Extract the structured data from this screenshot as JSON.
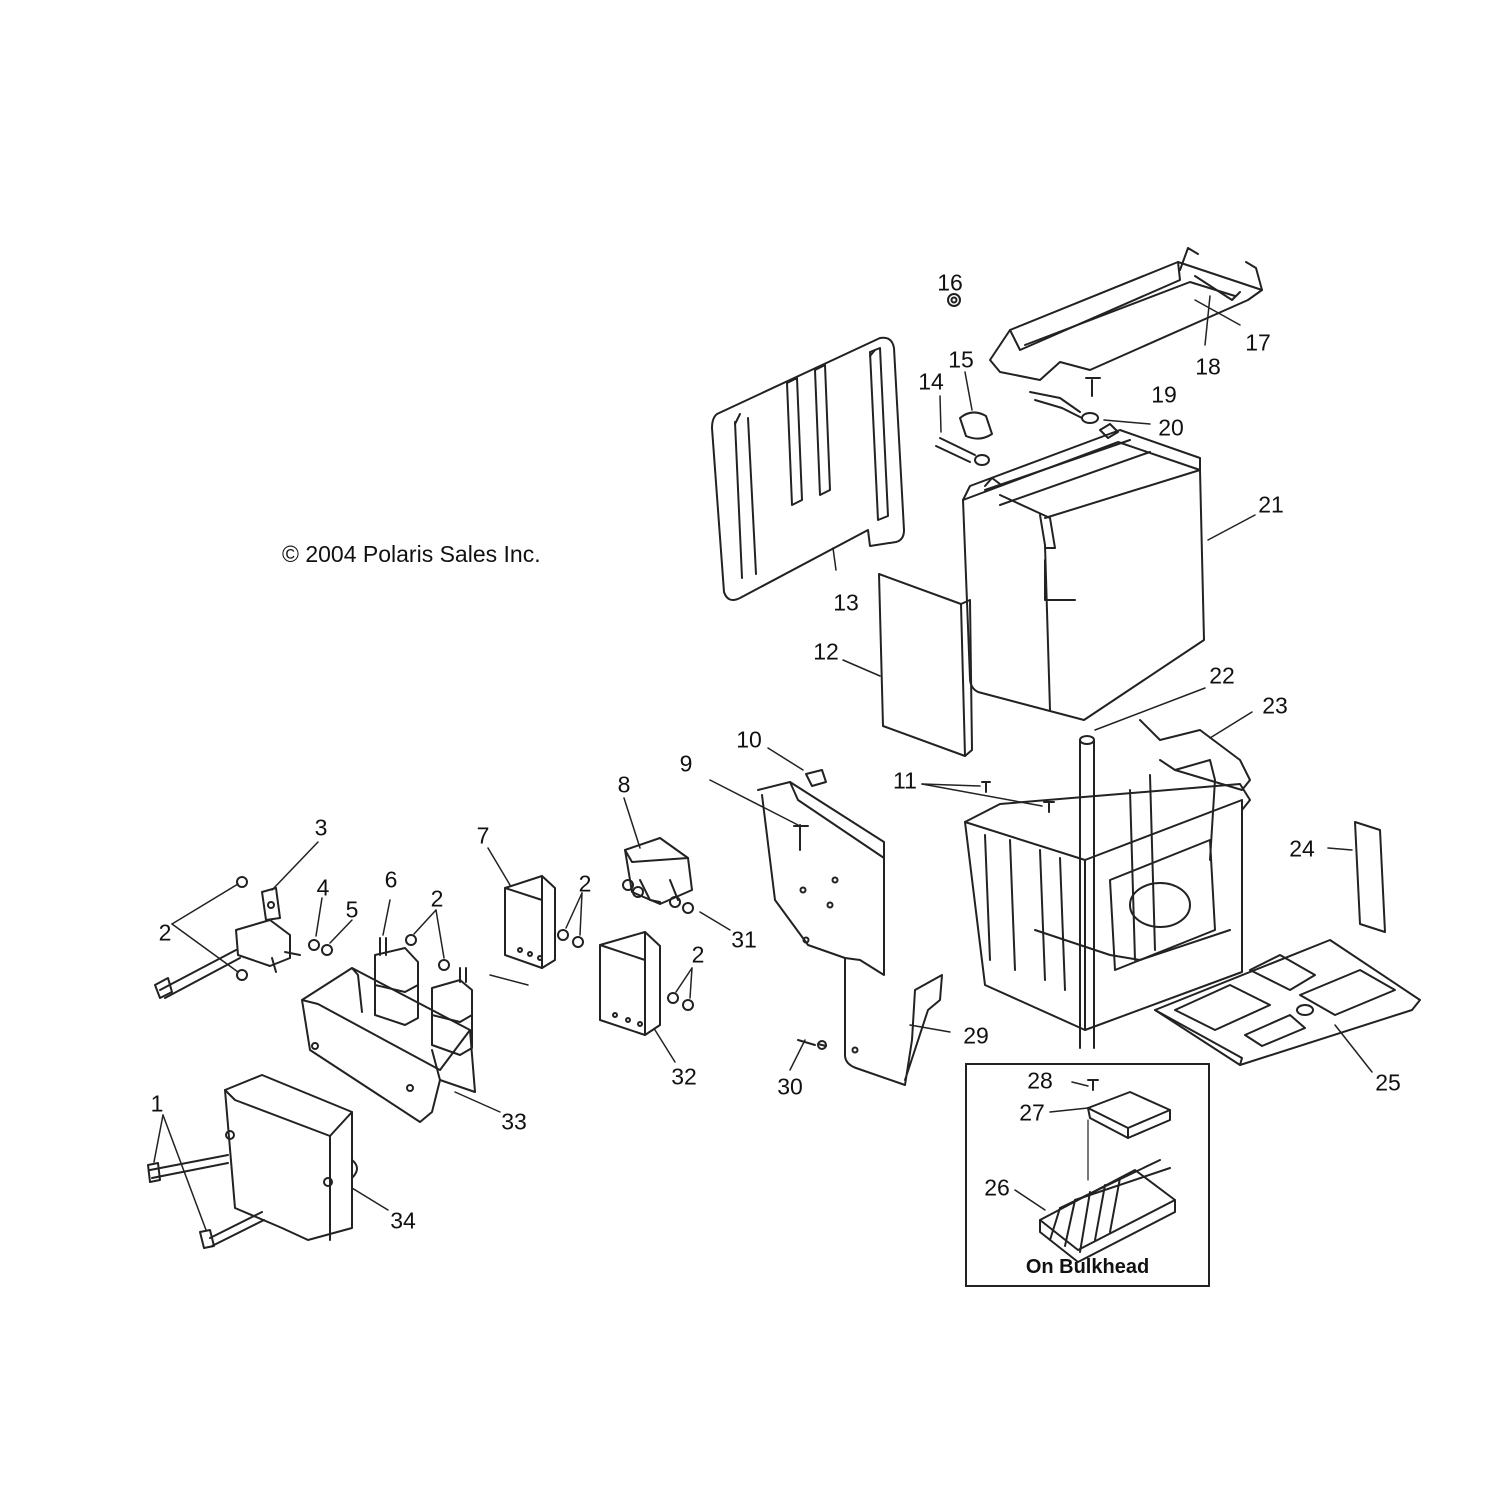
{
  "copyright": "© 2004 Polaris Sales Inc.",
  "inset_caption": "On Bulkhead",
  "callouts": [
    "1",
    "2",
    "2",
    "2",
    "2",
    "3",
    "4",
    "5",
    "6",
    "7",
    "8",
    "9",
    "10",
    "11",
    "12",
    "13",
    "14",
    "15",
    "16",
    "17",
    "18",
    "19",
    "20",
    "21",
    "22",
    "23",
    "24",
    "25",
    "26",
    "27",
    "28",
    "29",
    "30",
    "31",
    "32",
    "33",
    "34"
  ]
}
